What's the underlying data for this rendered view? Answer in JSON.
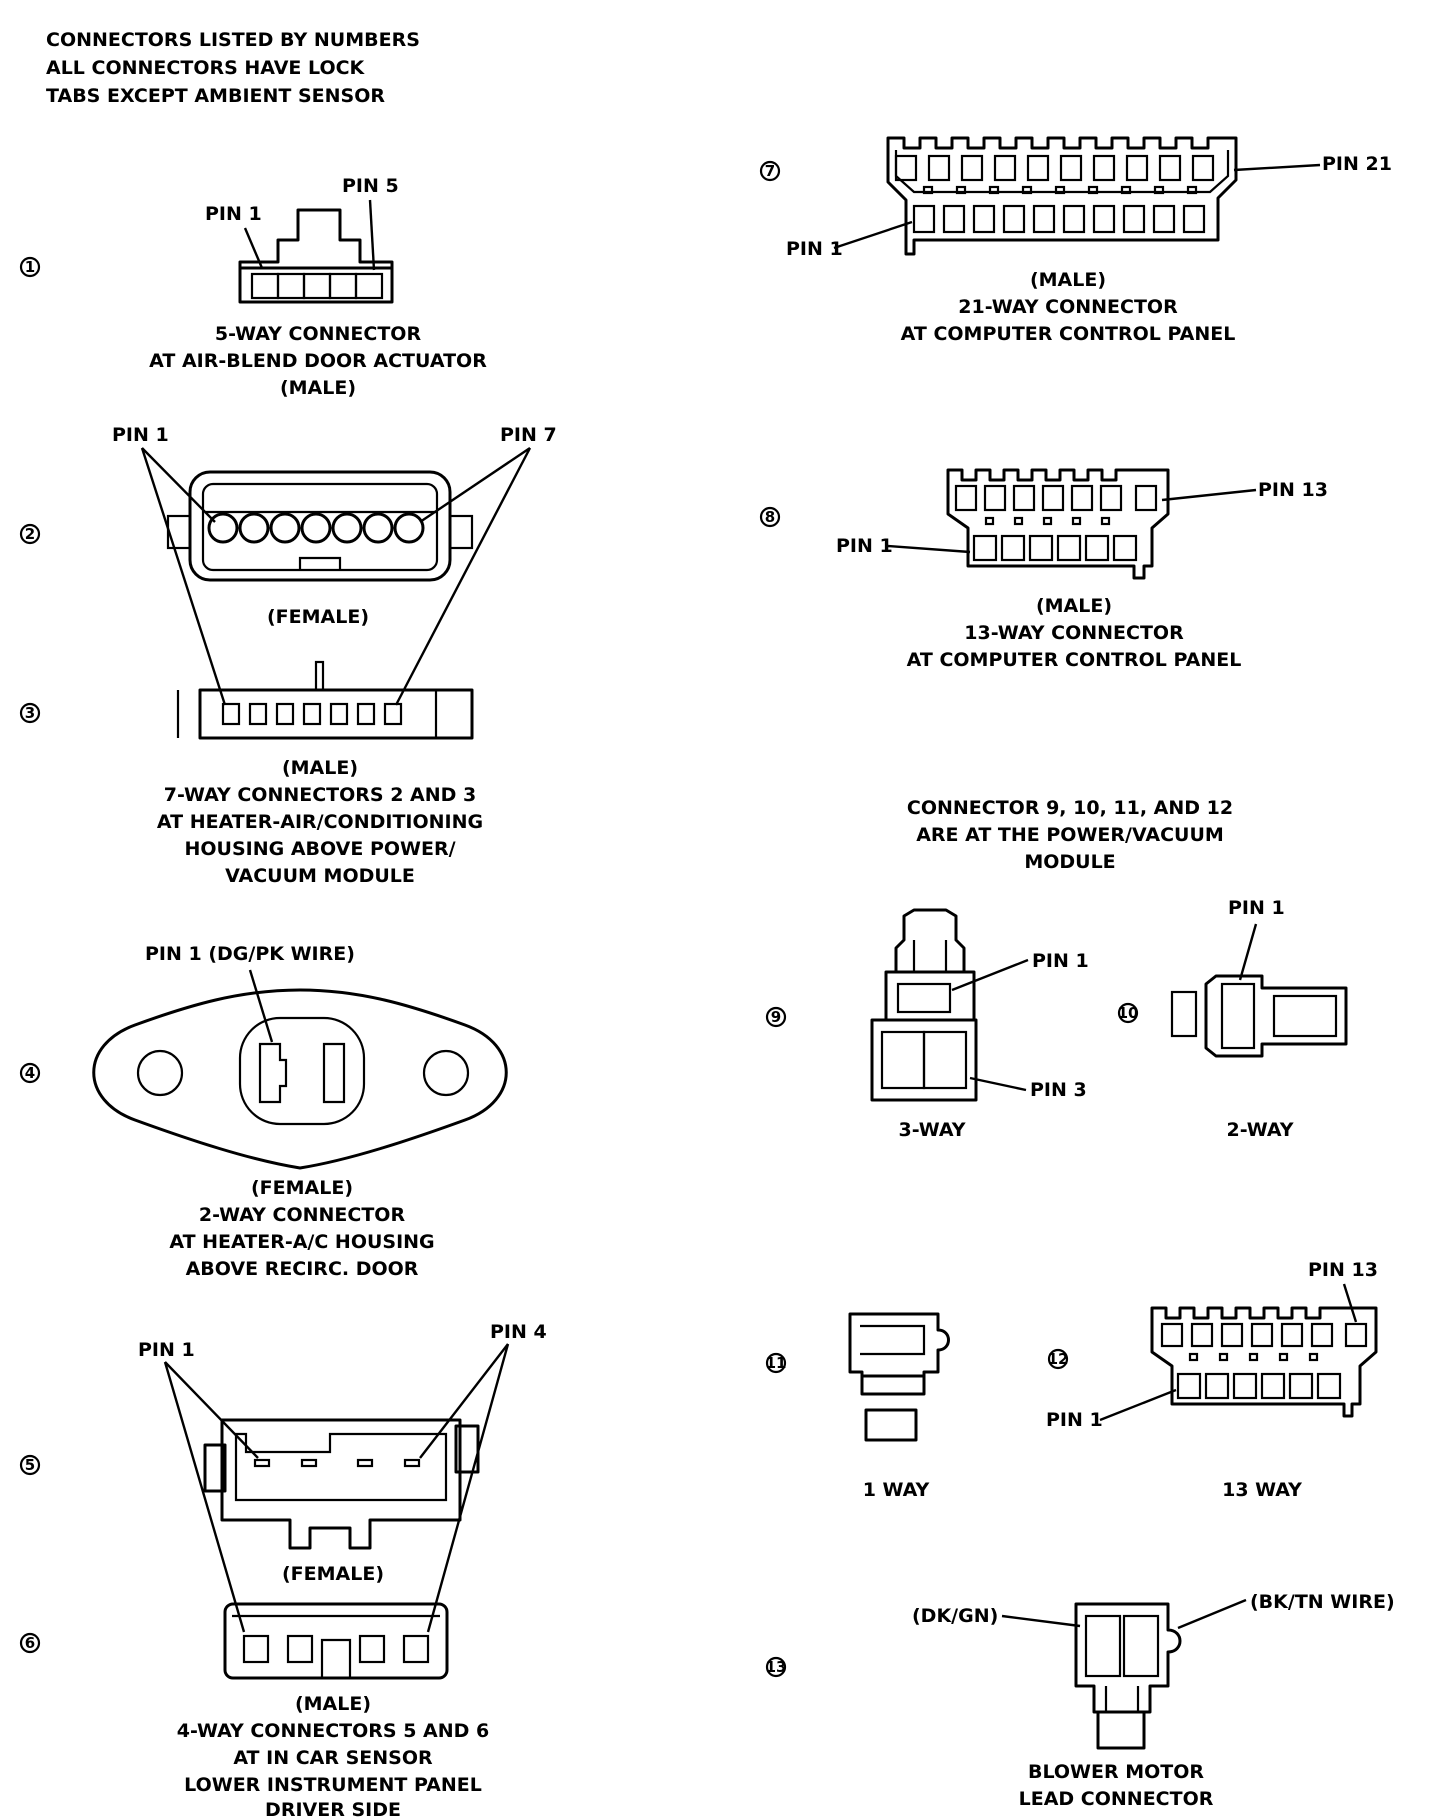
{
  "header": {
    "lines": [
      "CONNECTORS LISTED BY NUMBERS",
      "ALL CONNECTORS HAVE LOCK",
      "TABS EXCEPT AMBIENT SENSOR"
    ]
  },
  "connectors": [
    {
      "number": "1",
      "pin_labels": [
        "PIN 1",
        "PIN 5"
      ],
      "caption": [
        "5-WAY CONNECTOR",
        "AT AIR-BLEND DOOR ACTUATOR",
        "(MALE)"
      ]
    },
    {
      "number": "2",
      "pin_labels": [
        "PIN 1",
        "PIN 7"
      ],
      "caption": [
        "(FEMALE)"
      ]
    },
    {
      "number": "3",
      "caption": [
        "(MALE)",
        "7-WAY CONNECTORS 2 AND 3",
        "AT HEATER-AIR/CONDITIONING",
        "HOUSING ABOVE POWER/",
        "VACUUM MODULE"
      ]
    },
    {
      "number": "4",
      "pin_labels": [
        "PIN 1 (DG/PK WIRE)"
      ],
      "caption": [
        "(FEMALE)",
        "2-WAY CONNECTOR",
        "AT HEATER-A/C HOUSING",
        "ABOVE RECIRC. DOOR"
      ]
    },
    {
      "number": "5",
      "pin_labels": [
        "PIN 1",
        "PIN 4"
      ],
      "caption": [
        "(FEMALE)"
      ]
    },
    {
      "number": "6",
      "caption": [
        "(MALE)",
        "4-WAY CONNECTORS 5 AND 6",
        "AT IN CAR SENSOR",
        "LOWER INSTRUMENT PANEL",
        "DRIVER SIDE"
      ]
    },
    {
      "number": "7",
      "pin_labels": [
        "PIN 21",
        "PIN 1"
      ],
      "caption": [
        "(MALE)",
        "21-WAY CONNECTOR",
        "AT COMPUTER CONTROL PANEL"
      ]
    },
    {
      "number": "8",
      "pin_labels": [
        "PIN 13",
        "PIN 1"
      ],
      "caption": [
        "(MALE)",
        "13-WAY CONNECTOR",
        "AT COMPUTER CONTROL PANEL"
      ]
    },
    {
      "number": "9",
      "pin_labels": [
        "PIN 1",
        "PIN 3"
      ],
      "caption": [
        "3-WAY"
      ]
    },
    {
      "number": "10",
      "pin_labels": [
        "PIN 1"
      ],
      "caption": [
        "2-WAY"
      ]
    },
    {
      "number": "11",
      "caption": [
        "1 WAY"
      ]
    },
    {
      "number": "12",
      "pin_labels": [
        "PIN 13",
        "PIN 1"
      ],
      "caption": [
        "13 WAY"
      ]
    },
    {
      "number": "13",
      "pin_labels": [
        "(DK/GN)",
        "(BK/TN WIRE)"
      ],
      "caption": [
        "BLOWER MOTOR",
        "LEAD CONNECTOR"
      ]
    }
  ],
  "note_9_12": [
    "CONNECTOR 9, 10, 11, AND 12",
    "ARE AT THE POWER/VACUUM",
    "MODULE"
  ]
}
